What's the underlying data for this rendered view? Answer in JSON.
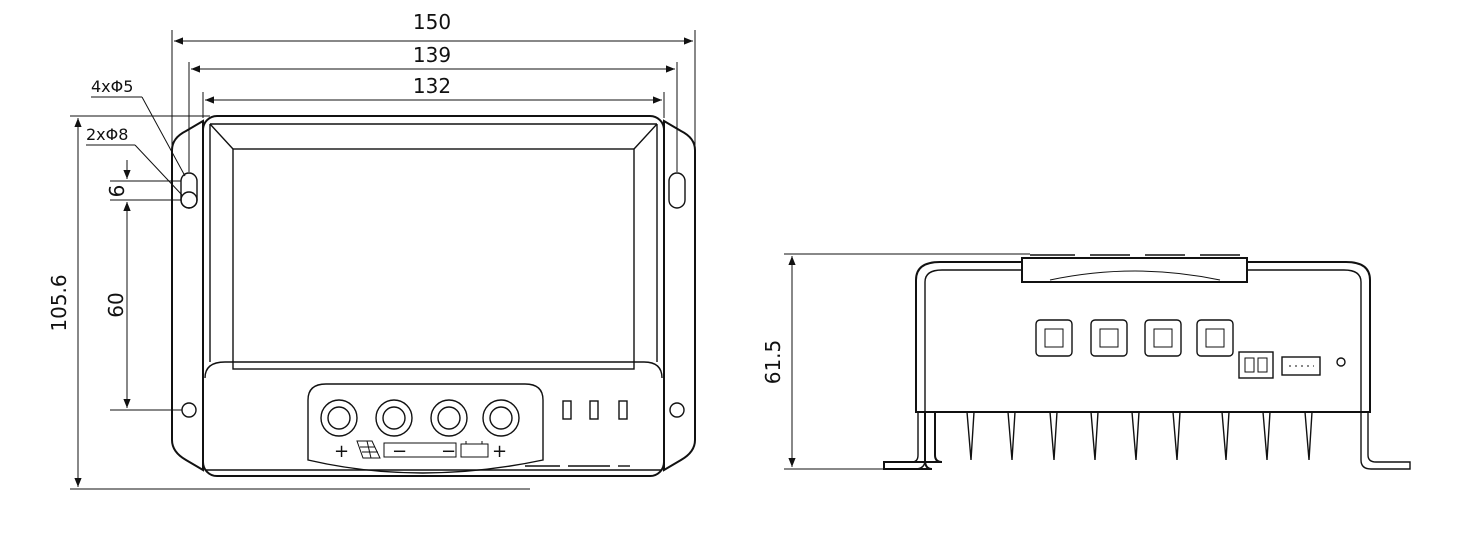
{
  "dimensions": {
    "width_overall": "150",
    "width_holes": "139",
    "width_body": "132",
    "height_overall": "105.6",
    "hole_spacing": "60",
    "slot_length": "6",
    "side_height": "61.5"
  },
  "callouts": {
    "mount_holes": "4xΦ5",
    "slot_holes": "2xΦ8"
  },
  "terminal_marks": {
    "pv_plus": "+",
    "bat_minus": "−",
    "bat_plus": "+"
  }
}
